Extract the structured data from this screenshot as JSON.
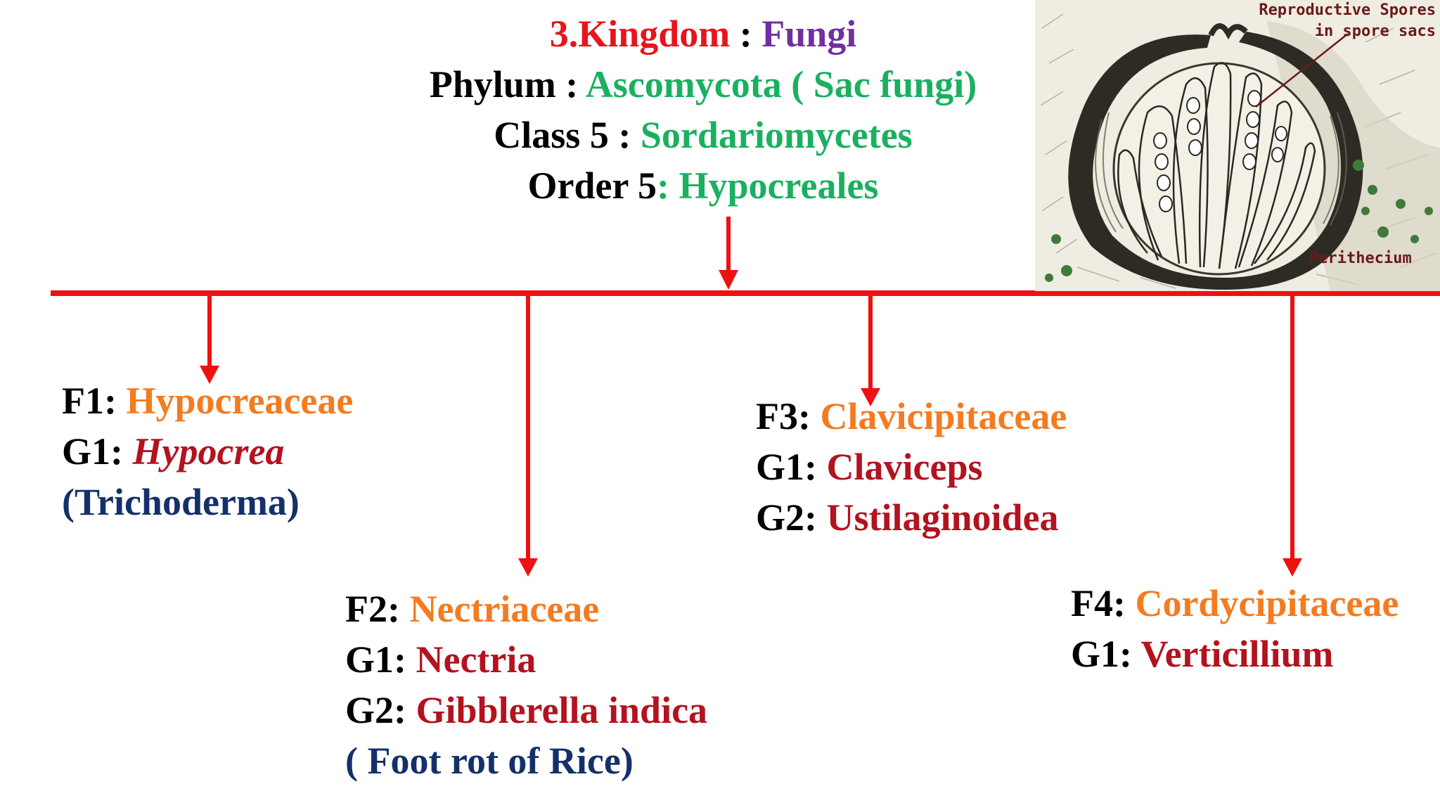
{
  "header": {
    "kingdom": {
      "label": "3.Kingdom",
      "sep": " : ",
      "value": "Fungi"
    },
    "phylum": {
      "label": "Phylum",
      "sep": " : ",
      "value": "Ascomycota ( Sac fungi)"
    },
    "class": {
      "label": "Class 5",
      "sep": " : ",
      "value": "Sordariomycetes"
    },
    "order": {
      "label": "Order 5",
      "value": ": Hypocreales"
    }
  },
  "families": [
    {
      "f_label": "F1:",
      "f_name": "Hypocreaceae",
      "genera": [
        {
          "label": "G1:",
          "name": "Hypocrea"
        }
      ],
      "note": "(Trichoderma)"
    },
    {
      "f_label": "F2:",
      "f_name": "Nectriaceae",
      "genera": [
        {
          "label": "G1:",
          "name": "Nectria"
        },
        {
          "label": "G2:",
          "name": "Gibblerella indica"
        }
      ],
      "note": "( Foot rot of Rice)"
    },
    {
      "f_label": "F3:",
      "f_name": "Clavicipitaceae",
      "genera": [
        {
          "label": "G1:",
          "name": "Claviceps"
        },
        {
          "label": "G2:",
          "name": "Ustilaginoidea"
        }
      ]
    },
    {
      "f_label": "F4:",
      "f_name": "Cordycipitaceae",
      "genera": [
        {
          "label": "G1:",
          "name": "Verticillium"
        }
      ]
    }
  ],
  "figure": {
    "label_spores_1": "Reproductive Spores",
    "label_spores_2": "in spore sacs",
    "label_perithecium": "Perithecium"
  }
}
